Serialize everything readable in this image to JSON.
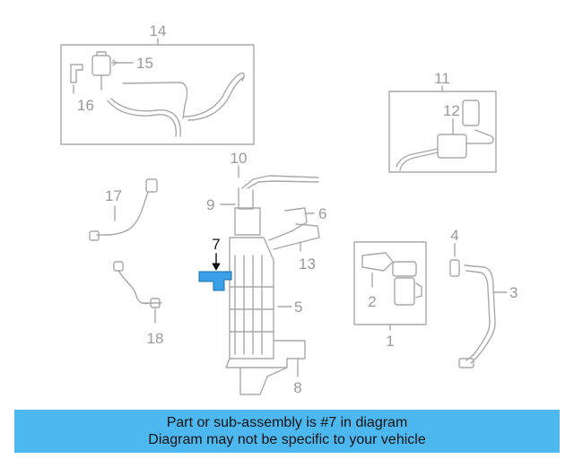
{
  "diagram": {
    "callouts": [
      {
        "id": "c1",
        "label": "1"
      },
      {
        "id": "c2",
        "label": "2"
      },
      {
        "id": "c3",
        "label": "3"
      },
      {
        "id": "c4",
        "label": "4"
      },
      {
        "id": "c5",
        "label": "5"
      },
      {
        "id": "c6",
        "label": "6"
      },
      {
        "id": "c7",
        "label": "7",
        "highlighted": true
      },
      {
        "id": "c8",
        "label": "8"
      },
      {
        "id": "c9",
        "label": "9"
      },
      {
        "id": "c10",
        "label": "10"
      },
      {
        "id": "c11",
        "label": "11"
      },
      {
        "id": "c12",
        "label": "12"
      },
      {
        "id": "c13",
        "label": "13"
      },
      {
        "id": "c14",
        "label": "14"
      },
      {
        "id": "c15",
        "label": "15"
      },
      {
        "id": "c16",
        "label": "16"
      },
      {
        "id": "c17",
        "label": "17"
      },
      {
        "id": "c18",
        "label": "18"
      }
    ],
    "colors": {
      "line": "#a8a8a8",
      "highlight_part": "#3aa0e8",
      "highlight_text": "#111111",
      "banner": "#4db8ef"
    }
  },
  "banner": {
    "line1": "Part or sub-assembly is #7 in diagram",
    "line2": "Diagram may not be specific to your vehicle"
  }
}
